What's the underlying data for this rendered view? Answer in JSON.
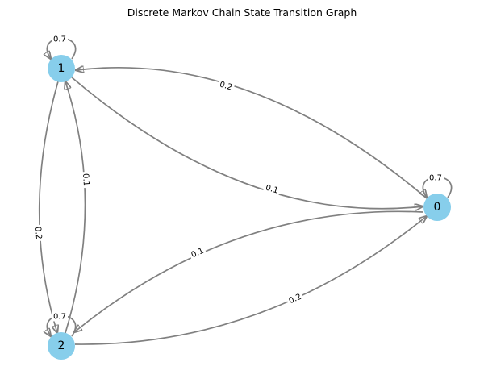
{
  "title": "Discrete Markov Chain State Transition Graph",
  "colors": {
    "node_fill": "#87CEEB",
    "edge_stroke": "#808080",
    "label_text": "#000000",
    "background": "#FFFFFF"
  },
  "graph": {
    "nodes": [
      {
        "label": "0",
        "self_loop_label": "0.7"
      },
      {
        "label": "1",
        "self_loop_label": "0.7"
      },
      {
        "label": "2",
        "self_loop_label": "0.7"
      }
    ],
    "edges": [
      {
        "from": "0",
        "to": "1",
        "label": "0.2"
      },
      {
        "from": "1",
        "to": "0",
        "label": "0.1"
      },
      {
        "from": "1",
        "to": "2",
        "label": "0.2"
      },
      {
        "from": "2",
        "to": "1",
        "label": "0.1"
      },
      {
        "from": "0",
        "to": "2",
        "label": "0.1"
      },
      {
        "from": "2",
        "to": "0",
        "label": "0.2"
      }
    ]
  }
}
